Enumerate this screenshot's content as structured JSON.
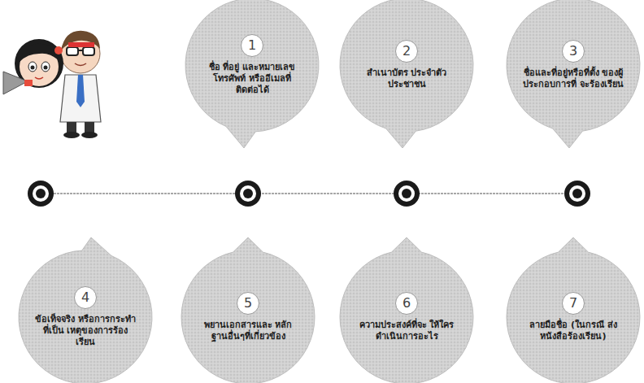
{
  "diagram": {
    "nodes": [
      {
        "text": [
          "1",
          "ชื่อ ที่อยู่ และหมายเลข โทรศัพท์ หรืออีเมลที่ ติดต่อได้"
        ]
      },
      {
        "text": [
          "2",
          "สำเนาบัตร ประจำตัวประชาชน"
        ]
      },
      {
        "text": [
          "3",
          "ชื่อและที่อยู่หรือที่ตั้ง ของผู้ประกอบการที่ จะร้องเรียน"
        ]
      },
      {
        "text": [
          "4",
          "ข้อเท็จจริง หรือการกระทำที่เป็น เหตุของการร้องเรียน"
        ]
      },
      {
        "text": [
          "5",
          "พยานเอกสารและ หลักฐานอื่นๆที่เกี่ยวข้อง"
        ]
      },
      {
        "text": [
          "6",
          "ความประสงค์ที่จะ ให้ใครดำเนินการอะไร"
        ]
      },
      {
        "text": [
          "7",
          "ลายมือชื่อ (ในกรณี ส่งหนังสือร้องเรียน)"
        ]
      }
    ]
  }
}
